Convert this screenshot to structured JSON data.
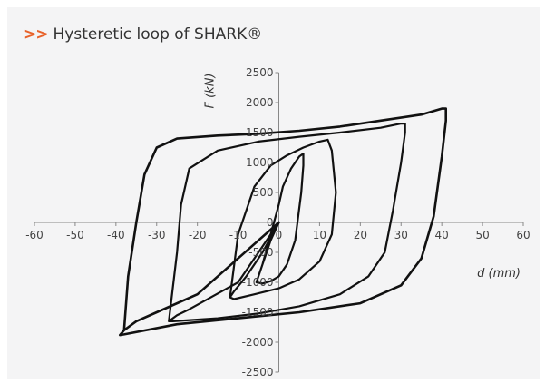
{
  "title": {
    "prefix": ">>",
    "text": "Hysteretic loop of SHARK®"
  },
  "colors": {
    "accent": "#e8622a",
    "panel_background": "#f4f4f5",
    "curve": "#111111",
    "axis": "#888888"
  },
  "chart_data": {
    "type": "line",
    "title": "Hysteretic loop of SHARK®",
    "xlabel": "d (mm)",
    "ylabel": "F (kN)",
    "xlim": [
      -60,
      60
    ],
    "ylim": [
      -2500,
      2500
    ],
    "xticks": [
      -60,
      -50,
      -40,
      -30,
      -20,
      -10,
      0,
      10,
      20,
      30,
      40,
      50,
      60
    ],
    "yticks": [
      -2500,
      -2000,
      -1500,
      -1000,
      -500,
      0,
      500,
      1000,
      1500,
      2000,
      2500
    ],
    "grid": false,
    "legend": "none",
    "series": [
      {
        "x": [
          0,
          -2,
          -4,
          -5,
          -5.5,
          -4,
          -2,
          0,
          2,
          4,
          5.5,
          6,
          6,
          5,
          3,
          1,
          0,
          -2,
          -4,
          -5.5
        ],
        "y": [
          0,
          -300,
          -700,
          -900,
          -1000,
          -1020,
          -980,
          -900,
          -700,
          -300,
          500,
          950,
          1150,
          1100,
          900,
          600,
          300,
          -200,
          -700,
          -1000
        ]
      },
      {
        "x": [
          0,
          -4,
          -8,
          -11,
          -12,
          -11,
          -6,
          0,
          5,
          10,
          13,
          14,
          13,
          12,
          10,
          6,
          2,
          -2,
          -6,
          -10,
          -12
        ],
        "y": [
          0,
          -500,
          -900,
          -1150,
          -1250,
          -1280,
          -1200,
          -1100,
          -950,
          -650,
          -200,
          500,
          1200,
          1380,
          1350,
          1250,
          1120,
          950,
          600,
          -200,
          -1250
        ]
      },
      {
        "x": [
          0,
          -10,
          -18,
          -22,
          -25,
          -27,
          -26,
          -15,
          -5,
          5,
          15,
          22,
          26,
          28,
          30,
          31,
          31,
          30,
          25,
          15,
          5,
          -5,
          -15,
          -22,
          -24,
          -25,
          -27
        ],
        "y": [
          0,
          -1000,
          -1300,
          -1450,
          -1550,
          -1650,
          -1650,
          -1600,
          -1520,
          -1400,
          -1200,
          -900,
          -500,
          200,
          1000,
          1500,
          1650,
          1650,
          1580,
          1500,
          1430,
          1350,
          1200,
          900,
          300,
          -500,
          -1650
        ]
      },
      {
        "x": [
          0,
          -20,
          -30,
          -35,
          -37,
          -38,
          -39,
          -38,
          -25,
          -10,
          5,
          20,
          30,
          35,
          38,
          40,
          41,
          41,
          40,
          35,
          25,
          15,
          5,
          -5,
          -15,
          -25,
          -30,
          -33,
          -35,
          -37,
          -38
        ],
        "y": [
          0,
          -1200,
          -1500,
          -1650,
          -1750,
          -1800,
          -1880,
          -1870,
          -1700,
          -1600,
          -1500,
          -1350,
          -1050,
          -600,
          100,
          1100,
          1700,
          1900,
          1900,
          1800,
          1700,
          1600,
          1530,
          1480,
          1450,
          1400,
          1250,
          800,
          0,
          -900,
          -1800
        ]
      }
    ]
  }
}
